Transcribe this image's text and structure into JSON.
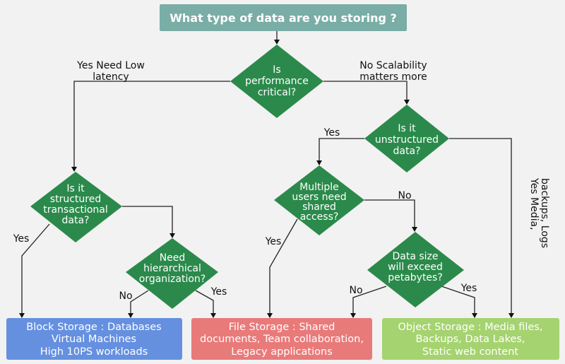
{
  "title": "What type of data are you storing ?",
  "colors": {
    "header": "#79ada6",
    "decision": "#2b8a4b",
    "block": "#6590e0",
    "file": "#e97a7a",
    "object": "#a5d36f",
    "background": "#f2f2f2"
  },
  "decisions": {
    "performance": [
      "Is",
      "performance",
      "critical?"
    ],
    "unstructured": [
      "Is it",
      "unstructured",
      "data?"
    ],
    "structured": [
      "Is it",
      "structured",
      "transactional",
      "data?"
    ],
    "hierarchical": [
      "Need",
      "hierarchical",
      "organization?"
    ],
    "shared": [
      "Multiple",
      "users need",
      "shared",
      "access?"
    ],
    "petabytes": [
      "Data size",
      "will exceed",
      "petabytes?"
    ]
  },
  "edge_labels": {
    "perf_yes": [
      "Yes Need Low",
      "latency"
    ],
    "perf_no": [
      "No Scalability",
      "matters more"
    ],
    "unstructured_yes": "Yes",
    "unstructured_no": [
      "Yes Media,",
      "backups, Logs"
    ],
    "structured_yes": "Yes",
    "hier_no": "No",
    "hier_yes": "Yes",
    "shared_yes": "Yes",
    "shared_no": "No",
    "peta_no": "No",
    "peta_yes": "Yes"
  },
  "outcomes": {
    "block": [
      "Block Storage : Databases",
      "Virtual Machines",
      "High 10PS workloads"
    ],
    "file": [
      "File Storage : Shared",
      "documents, Team collaboration,",
      "Legacy applications"
    ],
    "object": [
      "Object Storage : Media files,",
      "Backups, Data Lakes,",
      "Static web content"
    ]
  }
}
